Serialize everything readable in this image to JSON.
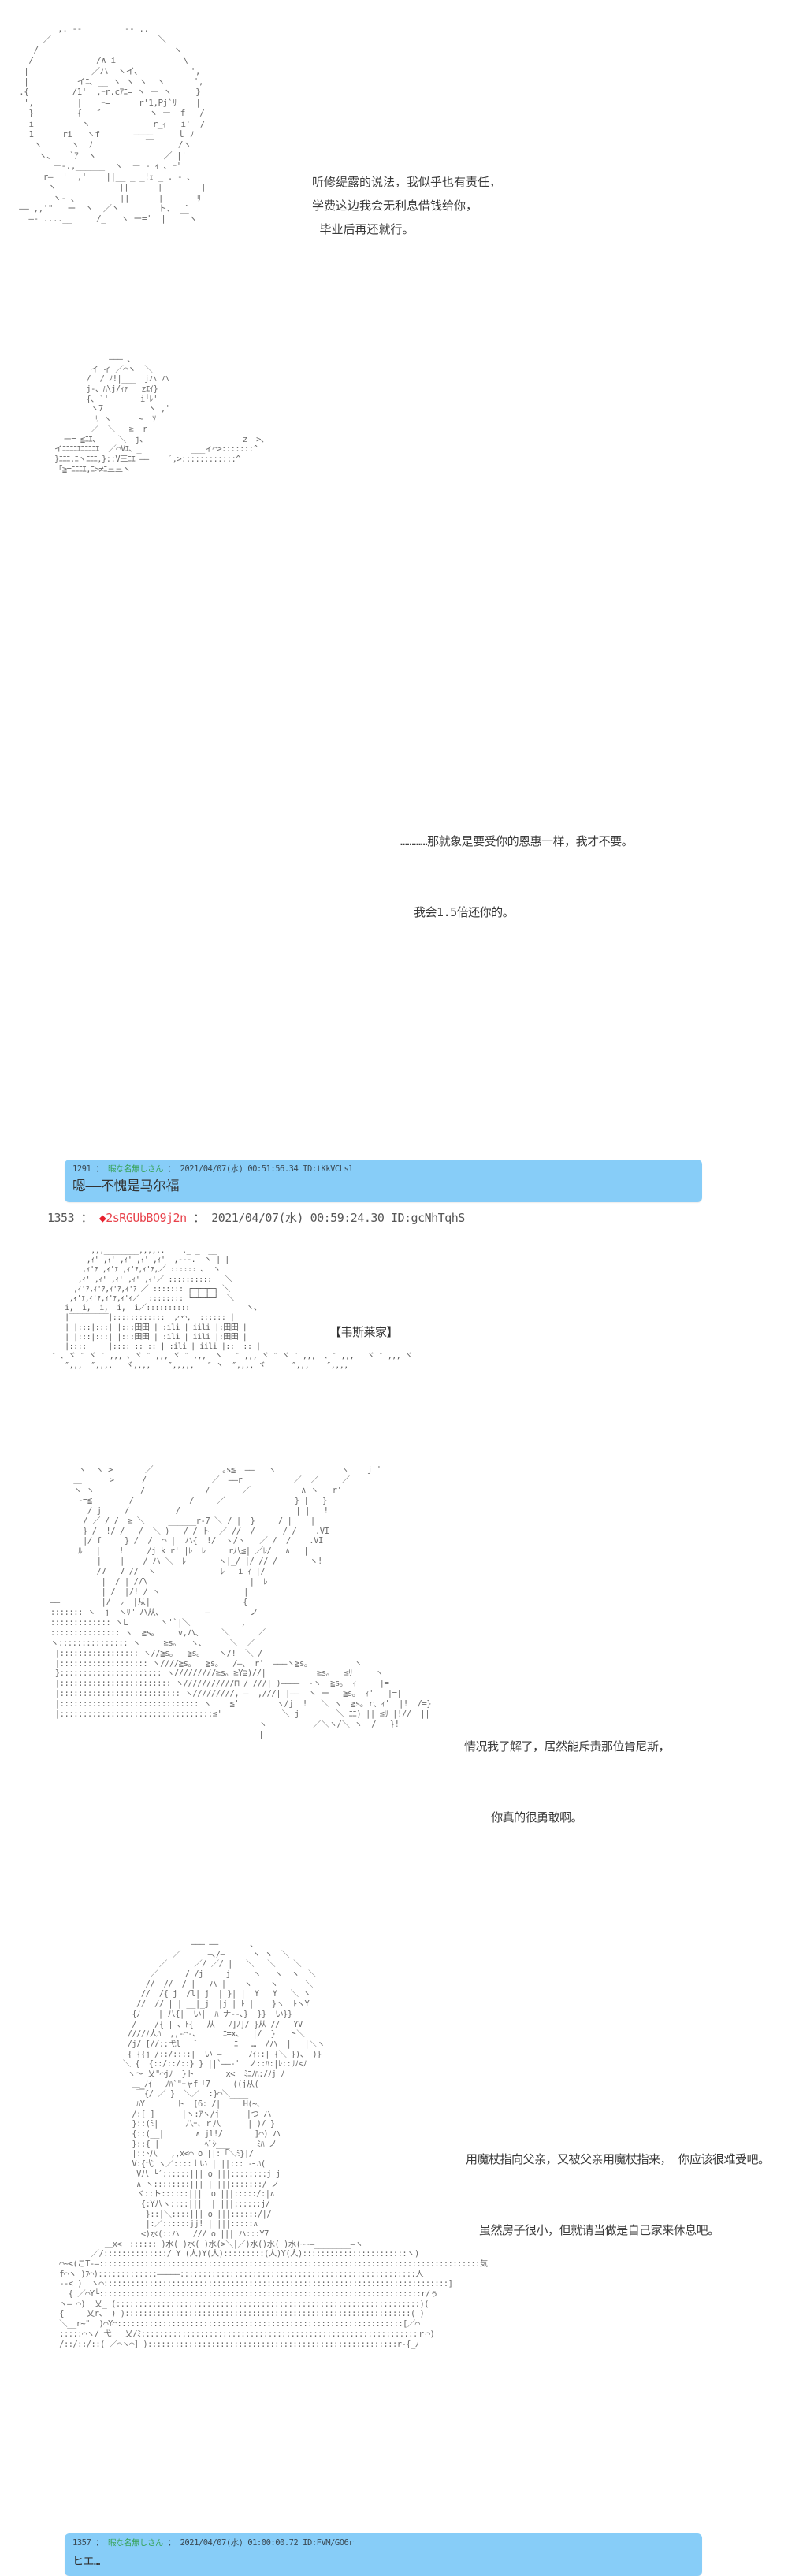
{
  "scene1": {
    "art_name": "character-with-circle",
    "dialog": [
      "听修缇露的说法，我似乎也有责任，",
      "学费这边我会无利息借钱给你，",
      "  毕业后再还就行。"
    ]
  },
  "scene2": {
    "art_name": "character-holding-cat",
    "dialog": [
      "…………那就象是要受你的恩惠一样，我才不要。",
      "  我会1.5倍还你的。"
    ]
  },
  "reply1": {
    "number": "1291",
    "separator": "：",
    "name": "暇な名無しさん",
    "date": "2021/04/07(水) 00:51:56.34",
    "id": "ID:tKkVCLsl",
    "body": "嗯——不愧是马尔福"
  },
  "post": {
    "number": "1353",
    "separator": "：",
    "trip_mark": "◆",
    "trip": "2sRGUbBO9j2n",
    "date": "2021/04/07(水) 00:59:24.30",
    "id": "ID:gcNhTqhS"
  },
  "scene3": {
    "art_name": "house",
    "location_label": "【韦斯莱家】"
  },
  "scene4": {
    "art_name": "characters-talking",
    "dialog": [
      "情况我了解了，居然能斥责那位肯尼斯，",
      "    你真的很勇敢啊。"
    ]
  },
  "scene5": {
    "art_name": "girl-by-table",
    "dialog": [
      "用魔杖指向父亲，又被父亲用魔杖指来， 你应该很难受吧。",
      "  虽然房子很小，但就请当做是自己家来休息吧。"
    ]
  },
  "reply2": {
    "number": "1357",
    "separator": "：",
    "name": "暇な名無しさん",
    "date": "2021/04/07(水) 01:00:00.72",
    "id": "ID:FVM/GO6r",
    "body": "ヒエ…"
  },
  "colors": {
    "reply_bg": "#87cdf8",
    "trip_red": "#e81f2c",
    "name_green": "#3aa35a"
  }
}
